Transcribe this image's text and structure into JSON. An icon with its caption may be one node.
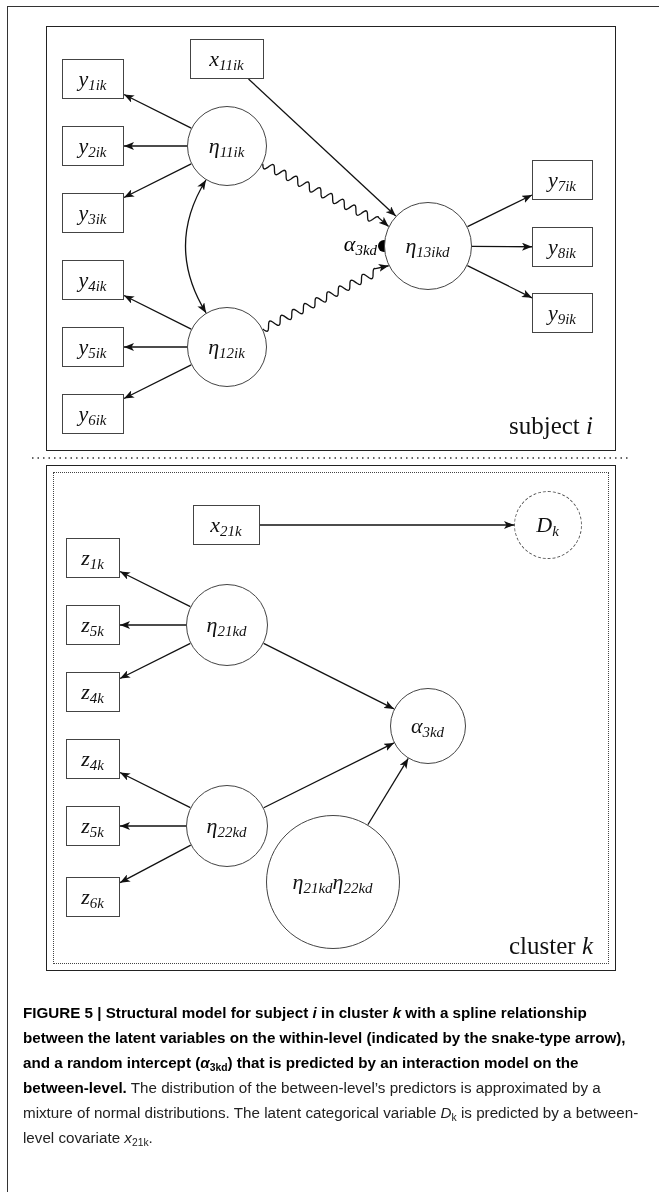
{
  "diagram": {
    "caption": "**FIGURE 5 | Structural model for subject *i* in cluster *k* with a spline relationship between the latent variables on the within-level (indicated by the snake-type arrow), and a random intercept (*α*$_{3kd}$) that is predicted by an interaction model on the between-level.** The distribution of the between-level’s predictors is approximated by a mixture of normal distributions. The latent categorical variable *D*$_{k}$ is predicted by a between-level covariate *x*$_{21k}$.",
    "nodes": [
      {
        "text": [
          "subject *i*"
        ]
      },
      {
        "text": [
          "x$_{11ik}$"
        ],
        "in": 0
      },
      {
        "text": [
          "y$_{1ik}$"
        ],
        "in": 0
      },
      {
        "text": [
          "y$_{2ik}$"
        ],
        "in": 0
      },
      {
        "text": [
          "y$_{3ik}$"
        ],
        "in": 0
      },
      {
        "text": [
          "η$_{11ik}$"
        ],
        "in": 0
      },
      {
        "text": [
          "y$_{4ik}$"
        ],
        "in": 0
      },
      {
        "text": [
          "y$_{5ik}$"
        ],
        "in": 0
      },
      {
        "text": [
          "y$_{6ik}$"
        ],
        "in": 0
      },
      {
        "text": [
          "η$_{12ik}$"
        ],
        "in": 0
      },
      {
        "text": [
          "η$_{13ikd}$"
        ],
        "in": 0
      },
      {
        "text": [
          "y$_{7ik}$"
        ],
        "in": 0
      },
      {
        "text": [
          "y$_{8ik}$"
        ],
        "in": 0
      },
      {
        "text": [
          "y$_{9ik}$"
        ],
        "in": 0
      },
      {
        "text": [
          "cluster *k*"
        ]
      },
      {
        "text": [
          "x$_{21k}$"
        ],
        "in": 14
      },
      {
        "text": [
          "D$_{k}$"
        ],
        "in": 14
      },
      {
        "text": [
          "z$_{1k}$"
        ],
        "in": 14
      },
      {
        "text": [
          "z$_{5k}$"
        ],
        "in": 14
      },
      {
        "text": [
          "z$_{4k}$"
        ],
        "in": 14
      },
      {
        "text": [
          "η$_{21kd}$"
        ],
        "in": 14
      },
      {
        "text": [
          "α$_{3kd}$"
        ],
        "in": 14
      },
      {
        "text": [
          "z$_{4k}$"
        ],
        "in": 14
      },
      {
        "text": [
          "z$_{5k}$"
        ],
        "in": 14
      },
      {
        "text": [
          "z$_{6k}$"
        ],
        "in": 14
      },
      {
        "text": [
          "η$_{22kd}$"
        ],
        "in": 14
      },
      {
        "text": [
          "η$_{21kd}$η$_{22kd}$"
        ],
        "in": 14
      }
    ],
    "edges": [
      {
        "from": 5,
        "to": 2,
        "arrow": "to"
      },
      {
        "from": 5,
        "to": 3,
        "arrow": "to"
      },
      {
        "from": 5,
        "to": 4,
        "arrow": "to"
      },
      {
        "from": 9,
        "to": 6,
        "arrow": "to"
      },
      {
        "from": 9,
        "to": 7,
        "arrow": "to"
      },
      {
        "from": 9,
        "to": 8,
        "arrow": "to"
      },
      {
        "from": 5,
        "to": 9,
        "arrow": "both"
      },
      {
        "from": 1,
        "to": 10,
        "arrow": "to"
      },
      {
        "from": 5,
        "to": 10,
        "arrow": "to"
      },
      {
        "from": 9,
        "to": 10,
        "arrow": "to"
      },
      {
        "from": 10,
        "to": 11,
        "arrow": "to"
      },
      {
        "from": 10,
        "to": 12,
        "arrow": "to"
      },
      {
        "from": 10,
        "to": 13,
        "arrow": "to"
      },
      {
        "from": 15,
        "to": 16,
        "arrow": "to"
      },
      {
        "from": 20,
        "to": 17,
        "arrow": "to"
      },
      {
        "from": 20,
        "to": 18,
        "arrow": "to"
      },
      {
        "from": 20,
        "to": 19,
        "arrow": "to"
      },
      {
        "from": 25,
        "to": 22,
        "arrow": "to"
      },
      {
        "from": 25,
        "to": 23,
        "arrow": "to"
      },
      {
        "from": 25,
        "to": 24,
        "arrow": "to"
      },
      {
        "from": 20,
        "to": 21,
        "arrow": "to"
      },
      {
        "from": 25,
        "to": 21,
        "arrow": "to"
      },
      {
        "from": 26,
        "to": 21,
        "arrow": "to"
      }
    ],
    "labels": [
      "α$_{3kd}$"
    ]
  }
}
